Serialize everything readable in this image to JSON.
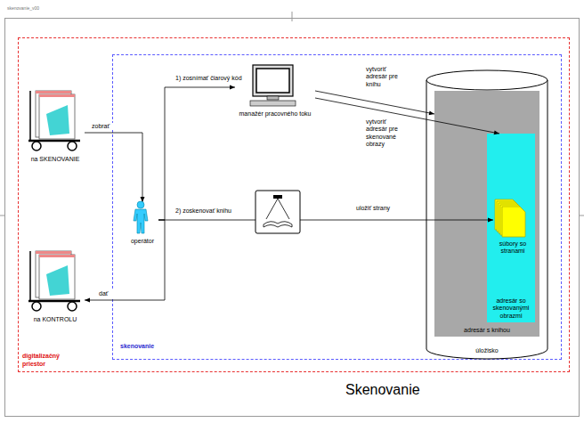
{
  "diagram": {
    "title": "Skenovanie",
    "nodes": [
      {
        "text": [
          "digitalizačný priestor"
        ]
      },
      {
        "text": [
          "skenovanie"
        ],
        "in": 0
      },
      {
        "text": [
          "na SKENOVANIE"
        ],
        "in": 0
      },
      {
        "text": [
          "na KONTROLU"
        ],
        "in": 0
      },
      {
        "text": [
          "operátor"
        ],
        "in": 1
      },
      {
        "text": [
          "manažér pracovného toku"
        ],
        "in": 1
      },
      {
        "text": [
          "úložisko"
        ],
        "in": 1
      },
      {
        "text": [
          "adresár s knihou"
        ],
        "in": 6
      },
      {
        "text": [
          "adresár so skenovanými obrazmi"
        ],
        "in": 7
      },
      {
        "text": [
          "súbory so stranami"
        ],
        "in": 8
      }
    ],
    "edges": [
      {
        "from": 2,
        "to": 4,
        "arrow": "to",
        "label": "zobrať"
      },
      {
        "from": 4,
        "to": 3,
        "arrow": "to",
        "label": "dať"
      },
      {
        "from": 4,
        "to": 5,
        "arrow": "to",
        "label": "1) zosnímať čiarový kód"
      },
      {
        "from": 5,
        "to": 7,
        "arrow": "to",
        "label": "vytvoriť adresár pre knihu"
      },
      {
        "from": 5,
        "to": 8,
        "arrow": "to",
        "label": "vytvoriť adresár pre skenované obrazy"
      },
      {
        "from": 4,
        "to": 9,
        "arrow": "to",
        "label": "2) zoskenovať knihu"
      }
    ],
    "labels": [
      "skenovanie_v00",
      "uložiť strany"
    ]
  }
}
